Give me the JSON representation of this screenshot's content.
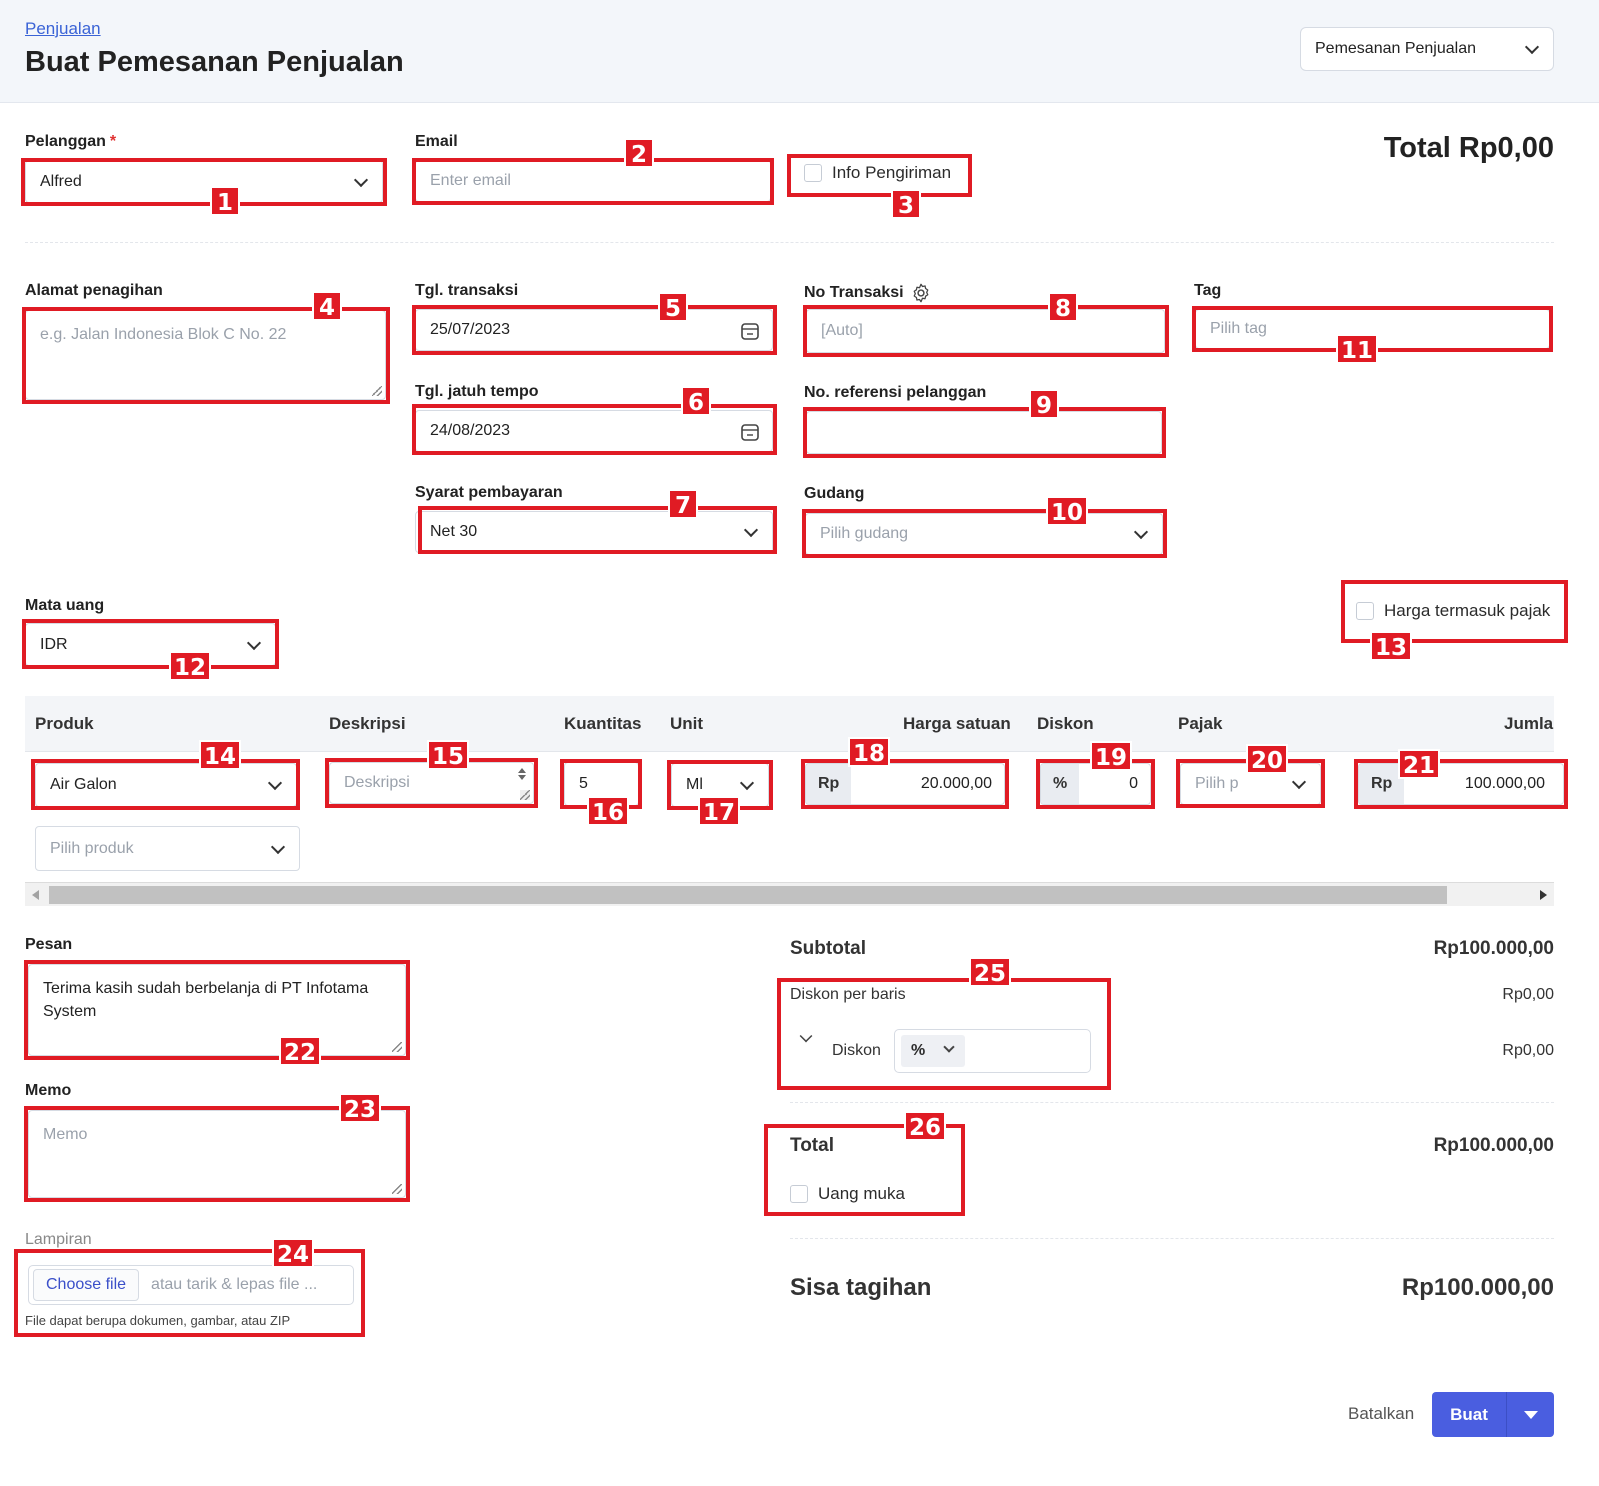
{
  "header": {
    "breadcrumb": "Penjualan",
    "title": "Buat Pemesanan Penjualan",
    "doc_type_select": "Pemesanan Penjualan"
  },
  "top": {
    "pelanggan_label": "Pelanggan",
    "required_mark": "*",
    "pelanggan_value": "Alfred",
    "email_label": "Email",
    "email_placeholder": "Enter email",
    "shipping_info_label": "Info Pengiriman",
    "grand_total": "Total Rp0,00"
  },
  "details": {
    "alamat_label": "Alamat penagihan",
    "alamat_placeholder": "e.g. Jalan Indonesia Blok C No. 22",
    "tgl_transaksi_label": "Tgl. transaksi",
    "tgl_transaksi_value": "25/07/2023",
    "tgl_jatuh_tempo_label": "Tgl. jatuh tempo",
    "tgl_jatuh_tempo_value": "24/08/2023",
    "syarat_label": "Syarat pembayaran",
    "syarat_value": "Net 30",
    "no_transaksi_label": "No Transaksi",
    "no_transaksi_placeholder": "[Auto]",
    "no_referensi_label": "No. referensi pelanggan",
    "gudang_label": "Gudang",
    "gudang_placeholder": "Pilih gudang",
    "tag_label": "Tag",
    "tag_placeholder": "Pilih tag"
  },
  "currency": {
    "label": "Mata uang",
    "value": "IDR",
    "tax_inclusive_label": "Harga termasuk pajak"
  },
  "table": {
    "headers": [
      "Produk",
      "Deskripsi",
      "Kuantitas",
      "Unit",
      "Harga satuan",
      "Diskon",
      "Pajak",
      "Jumlah"
    ],
    "row": {
      "produk": "Air Galon",
      "deskripsi_placeholder": "Deskripsi",
      "kuantitas": "5",
      "unit": "Ml",
      "harga_prefix": "Rp",
      "harga": "20.000,00",
      "diskon_prefix": "%",
      "diskon": "0",
      "pajak_placeholder": "Pilih p",
      "jumlah_prefix": "Rp",
      "jumlah": "100.000,00"
    },
    "add_product_placeholder": "Pilih produk"
  },
  "notes": {
    "pesan_label": "Pesan",
    "pesan_value": "Terima kasih sudah berbelanja di PT Infotama System",
    "memo_label": "Memo",
    "memo_placeholder": "Memo",
    "lampiran_label": "Lampiran",
    "choose_file": "Choose file",
    "drop_hint": "atau tarik & lepas file ...",
    "file_hint": "File dapat berupa dokumen, gambar, atau ZIP"
  },
  "summary": {
    "subtotal_label": "Subtotal",
    "subtotal_value": "Rp100.000,00",
    "diskon_per_baris_label": "Diskon per baris",
    "diskon_per_baris_value": "Rp0,00",
    "diskon_label": "Diskon",
    "diskon_unit": "%",
    "diskon_value": "Rp0,00",
    "total_label": "Total",
    "total_value": "Rp100.000,00",
    "uang_muka_label": "Uang muka",
    "sisa_label": "Sisa tagihan",
    "sisa_value": "Rp100.000,00"
  },
  "actions": {
    "cancel": "Batalkan",
    "create": "Buat"
  },
  "annotations": [
    "1",
    "2",
    "3",
    "4",
    "5",
    "6",
    "7",
    "8",
    "9",
    "10",
    "11",
    "12",
    "13",
    "14",
    "15",
    "16",
    "17",
    "18",
    "19",
    "20",
    "21",
    "22",
    "23",
    "24",
    "25",
    "26"
  ],
  "colors": {
    "accent": "#4a5ee0",
    "link": "#3a63d6",
    "annotation_red": "#e01b24",
    "required": "#e03131"
  }
}
